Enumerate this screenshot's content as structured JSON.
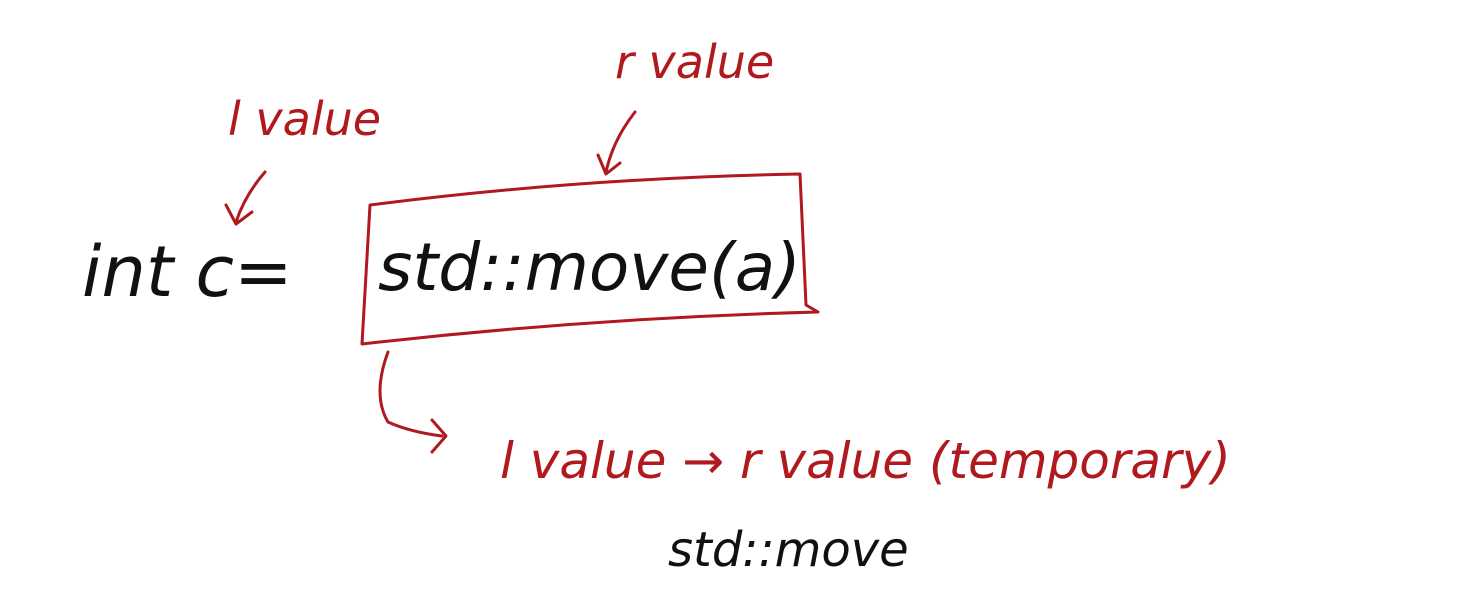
{
  "code": {
    "prefix": "int c=",
    "expression": "std::move(a)"
  },
  "annotations": {
    "lvalue_top": "l value",
    "rvalue_top": "r value",
    "conversion": "l value → r value (temporary)",
    "caption": "std::move"
  },
  "colors": {
    "ink": "#111111",
    "annotation": "#b0191d",
    "background": "#ffffff"
  }
}
